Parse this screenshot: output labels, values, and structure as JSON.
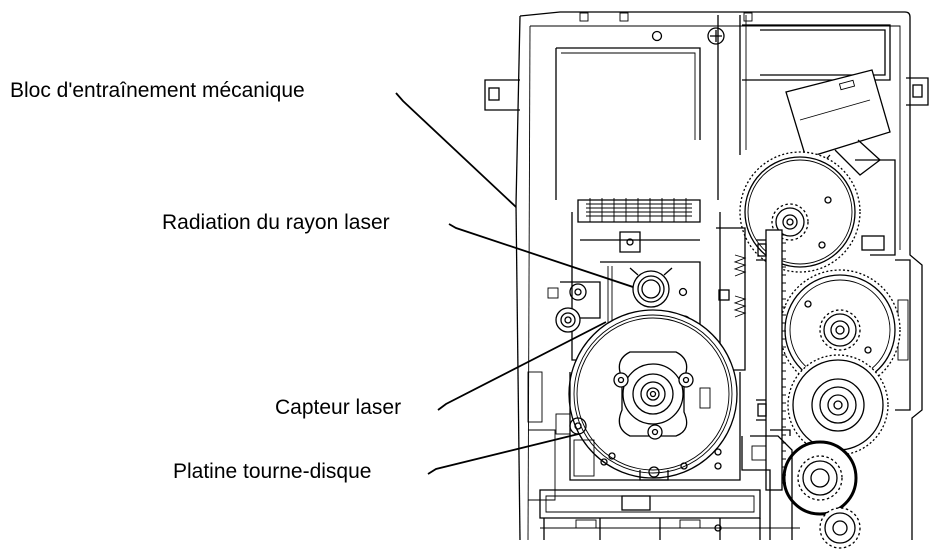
{
  "labels": {
    "drive_block": "Bloc d'entraînement mécanique",
    "laser_radiation": "Radiation du rayon laser",
    "laser_sensor": "Capteur laser",
    "turntable": "Platine tourne-disque"
  },
  "colors": {
    "ink": "#000000",
    "background": "#ffffff"
  }
}
